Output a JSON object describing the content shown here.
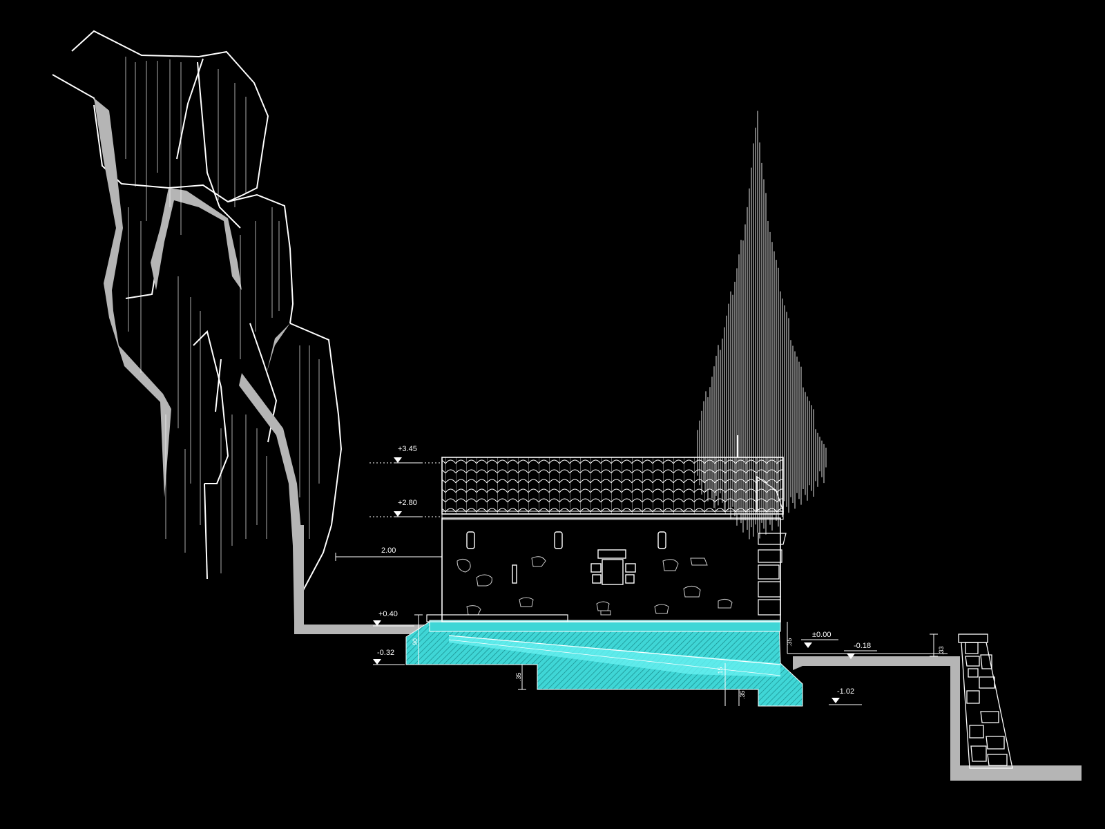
{
  "colors": {
    "background": "#000000",
    "linework": "#ffffff",
    "ground_fill": "#b5b5b5",
    "foundation_fill": "#3fd6d6"
  },
  "levels": {
    "roof_ridge": "+3.45",
    "eaves": "+2.80",
    "platform": "+0.40",
    "floor": "±0.00",
    "path_outside": "-0.18",
    "lower_platform": "-0.32",
    "footing_bottom": "-1.02"
  },
  "dimensions": {
    "rock_gap": "2.00",
    "platform_height": "90",
    "slab_left": ".35",
    "slab_right": ".35",
    "footing_step": ".35",
    "slab_center": ".15",
    "wall_cap": ".33"
  },
  "icons": {
    "level_marker": "triangle-level-marker-icon"
  }
}
